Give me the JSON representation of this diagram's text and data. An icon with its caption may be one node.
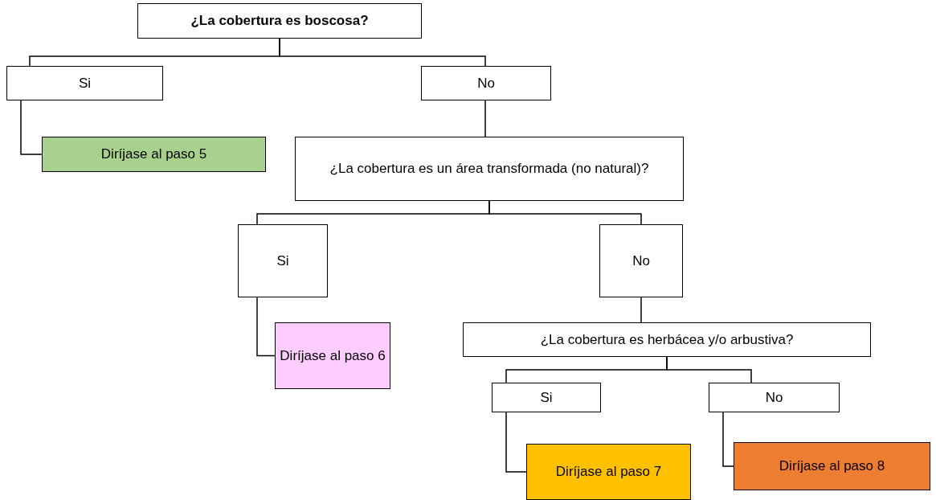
{
  "diagram": {
    "nodes": [
      {
        "text": [
          "¿La cobertura es boscosa?"
        ]
      },
      {
        "text": [
          "Si"
        ]
      },
      {
        "text": [
          "No"
        ]
      },
      {
        "text": [
          "Diríjase al paso 5"
        ]
      },
      {
        "text": [
          "¿La cobertura es un área transformada (no natural)?"
        ]
      },
      {
        "text": [
          "Si"
        ]
      },
      {
        "text": [
          "No"
        ]
      },
      {
        "text": [
          "Diríjase al paso 6"
        ]
      },
      {
        "text": [
          "¿La cobertura es herbácea y/o arbustiva?"
        ]
      },
      {
        "text": [
          "Si"
        ]
      },
      {
        "text": [
          "No"
        ]
      },
      {
        "text": [
          "Diríjase al paso 7"
        ]
      },
      {
        "text": [
          "Diríjase al paso 8"
        ]
      }
    ],
    "edges": [
      {
        "from": 0,
        "to": 1,
        "arrow": "none"
      },
      {
        "from": 0,
        "to": 2,
        "arrow": "none"
      },
      {
        "from": 1,
        "to": 3,
        "arrow": "none"
      },
      {
        "from": 2,
        "to": 4,
        "arrow": "none"
      },
      {
        "from": 4,
        "to": 5,
        "arrow": "none"
      },
      {
        "from": 4,
        "to": 6,
        "arrow": "none"
      },
      {
        "from": 5,
        "to": 7,
        "arrow": "none"
      },
      {
        "from": 6,
        "to": 8,
        "arrow": "none"
      },
      {
        "from": 8,
        "to": 9,
        "arrow": "none"
      },
      {
        "from": 8,
        "to": 10,
        "arrow": "none"
      },
      {
        "from": 9,
        "to": 11,
        "arrow": "none"
      },
      {
        "from": 10,
        "to": 12,
        "arrow": "none"
      }
    ]
  }
}
